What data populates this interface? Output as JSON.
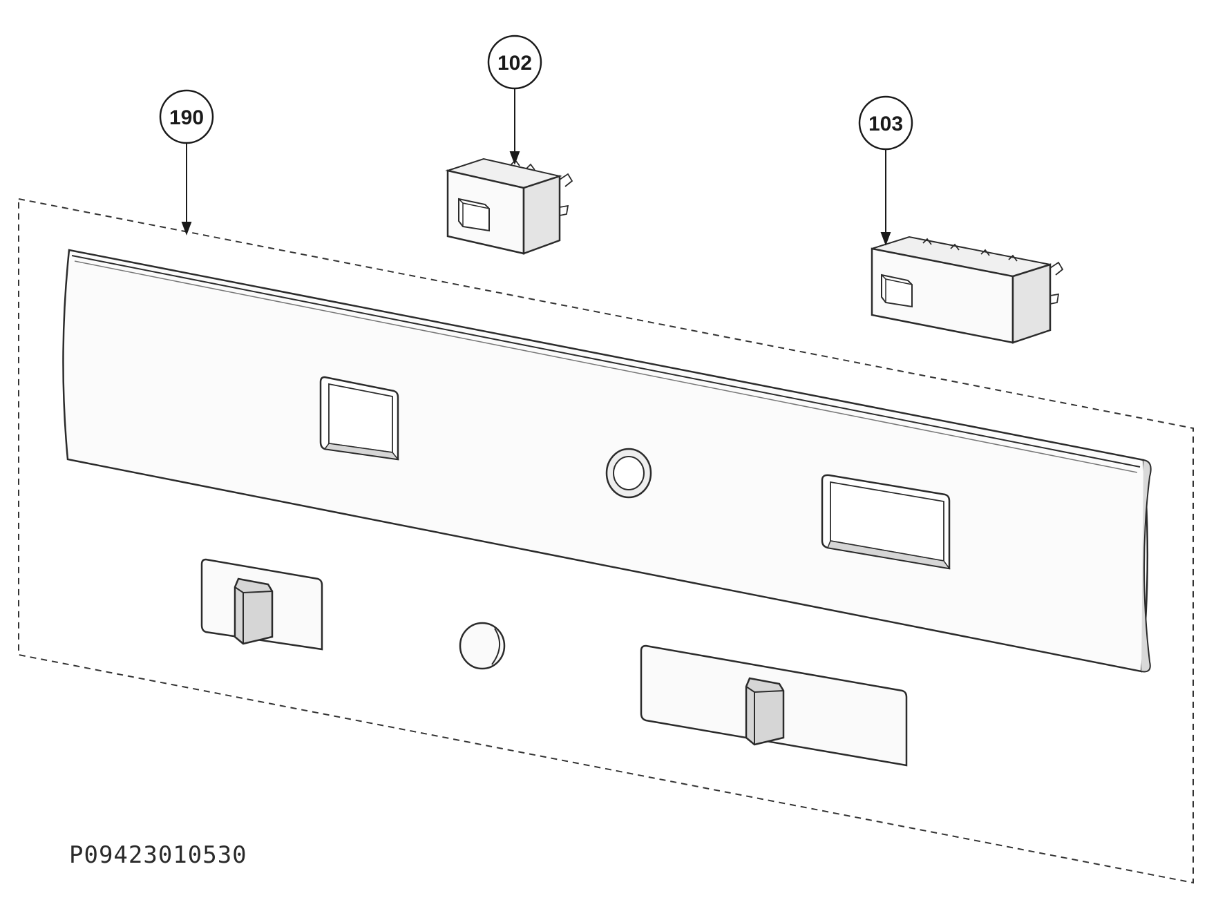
{
  "callouts": [
    {
      "id": "190",
      "label": "190"
    },
    {
      "id": "102",
      "label": "102"
    },
    {
      "id": "103",
      "label": "103"
    }
  ],
  "drawing_code": "P09423010530",
  "colors": {
    "line": "#2b2b2b",
    "part_fill": "#f4f4f4",
    "shade": "#d6d6d6"
  }
}
